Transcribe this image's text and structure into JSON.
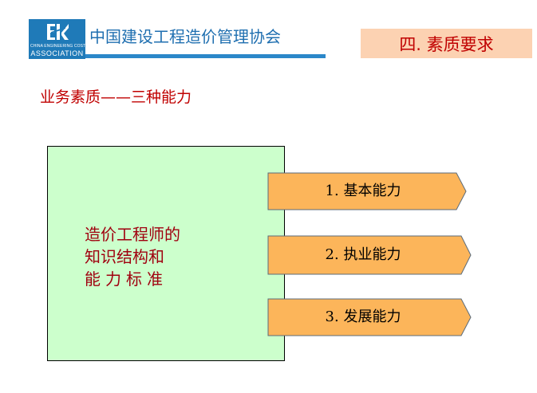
{
  "header": {
    "logo": {
      "line1": "CHINA ENGINEERING COST",
      "line2": "ASSOCIATION"
    },
    "org_name": "中国建设工程造价管理协会",
    "section_badge": "四. 素质要求"
  },
  "subtitle": "业务素质——三种能力",
  "main_box": {
    "lines": [
      "造价工程师的",
      "知识结构和",
      "能力标准"
    ]
  },
  "abilities": [
    {
      "label": "1.  基本能力"
    },
    {
      "label": "2.  执业能力"
    },
    {
      "label": "3.  发展能力"
    }
  ],
  "colors": {
    "logo_blue": "#1f7ab8",
    "org_text": "#1f6fb0",
    "accent_red": "#c00000",
    "badge_bg": "#fcd2b2",
    "box_green": "#ccffcc",
    "arrow_orange": "#fcb55a"
  }
}
